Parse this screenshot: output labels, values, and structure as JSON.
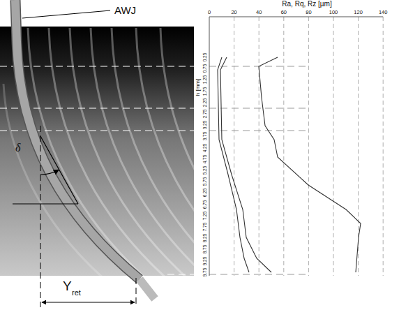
{
  "diagram": {
    "labels": [
      "AWJ",
      "δ",
      "Y",
      "ret",
      "Ra, Rq, Rz [µm]",
      "0",
      "20",
      "40",
      "60",
      "80",
      "100",
      "120",
      "140",
      "h [mm]",
      "0.25",
      "0.75",
      "1.25",
      "1.75",
      "2.25",
      "2.75",
      "3.25",
      "3.75",
      "4.25",
      "4.75",
      "5.25",
      "5.75",
      "6.25",
      "6.75",
      "7.25",
      "7.75",
      "8.25",
      "8.75",
      "9.25",
      "9.75"
    ]
  }
}
